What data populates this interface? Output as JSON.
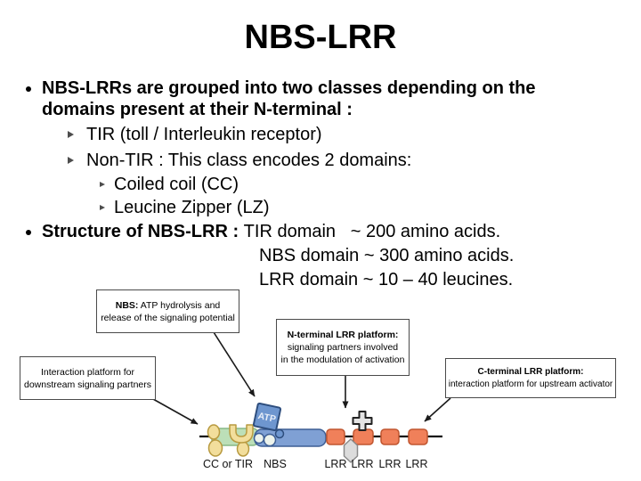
{
  "title": "NBS-LRR",
  "bullets": {
    "b1_line1": "NBS-LRRs are grouped into two classes depending on the",
    "b1_line2": "domains present at their N-terminal :",
    "sub_tir": "TIR (toll / Interleukin receptor)",
    "sub_nontir": "Non-TIR : This class encodes 2 domains:",
    "sub_cc": "Coiled coil (CC)",
    "sub_lz": "Leucine Zipper (LZ)",
    "b2_bold": "Structure of NBS-LRR : ",
    "b2_rest": "TIR domain   ~ 200 amino acids.",
    "b2_line2": "NBS domain ~ 300 amino acids.",
    "b2_line3": "LRR domain ~ 10 – 40 leucines."
  },
  "diagram": {
    "nbs_box": {
      "bold": "NBS:",
      "rest": " ATP hydrolysis and",
      "line2": "release of the signaling potential"
    },
    "nterm_box": {
      "bold": "N-terminal LRR platform:",
      "line2": "signaling partners involved",
      "line3": "in the modulation of activation"
    },
    "interaction_box": {
      "line1": "Interaction platform for",
      "line2": "downstream signaling partners"
    },
    "cterm_box": {
      "bold": "C-terminal LRR platform:",
      "line2": "interaction platform for upstream activator"
    },
    "atp_label": "ATP",
    "segment_labels": {
      "cc": "CC or TIR",
      "nbs": "NBS",
      "lrr": [
        "LRR",
        "LRR",
        "LRR",
        "LRR"
      ]
    },
    "colors": {
      "green": "#BCDFB8",
      "blue": "#7FA0D4",
      "blue_dark": "#6E96CF",
      "orange": "#F0805A",
      "yellow": "#F2DE9C",
      "grey": "#E4E4E4",
      "grey_gem": "#DCDCDC",
      "circle_fill": "#EDF3EC"
    }
  }
}
